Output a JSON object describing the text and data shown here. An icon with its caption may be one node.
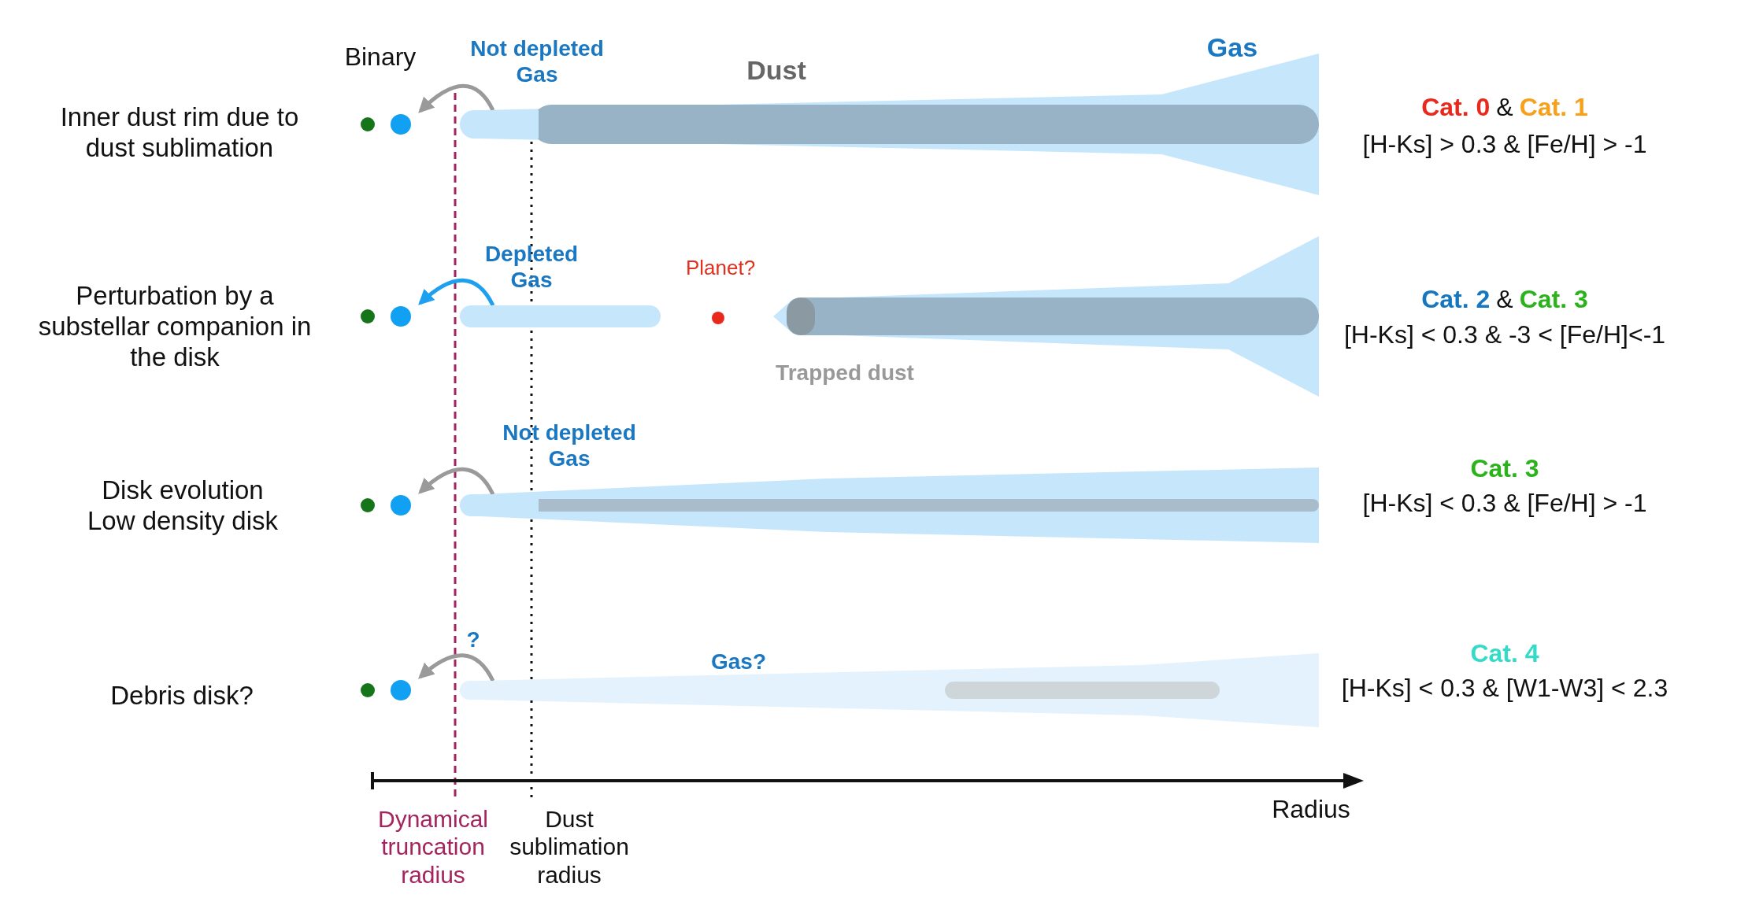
{
  "diagram": {
    "nodes": [
      {
        "text": [],
        "shape": "circle"
      },
      {
        "text": [],
        "shape": "bar"
      },
      {
        "text": [],
        "shape": "circle"
      },
      {
        "text": [],
        "shape": "bar"
      },
      {
        "text": [],
        "shape": "circle"
      },
      {
        "text": [],
        "shape": "bar"
      },
      {
        "text": [],
        "shape": "circle"
      },
      {
        "text": [],
        "shape": "bar"
      }
    ],
    "edges": [
      {
        "from": 1,
        "to": 0,
        "arrow": "to"
      },
      {
        "from": 3,
        "to": 2,
        "arrow": "to",
        "color": "#1ea0f0"
      },
      {
        "from": 5,
        "to": 4,
        "arrow": "to"
      },
      {
        "from": 7,
        "to": 6,
        "arrow": "to"
      }
    ],
    "labels": [
      "Binary",
      "Not depleted Gas",
      "Dust",
      "Gas",
      "Inner dust rim due to dust sublimation",
      "Cat. 0",
      "&",
      "Cat. 1",
      "[H-Ks] > 0.3 & [Fe/H] > -1",
      "Depleted Gas",
      "Planet?",
      "Perturbation by a substellar companion in the disk",
      "Cat. 2",
      "&",
      "Cat. 3",
      "[H-Ks] < 0.3 & -3 < [Fe/H]<-1",
      "Trapped dust",
      "Not depleted Gas",
      "Disk evolution Low density disk",
      "Cat. 3",
      "[H-Ks] < 0.3 & [Fe/H] > -1",
      "?",
      "Gas?",
      "Debris disk?",
      "Cat. 4",
      "[H-Ks] < 0.3 & [W1-W3] < 2.3",
      "Dynamical truncation radius",
      "Dust sublimation radius",
      "Radius"
    ]
  }
}
